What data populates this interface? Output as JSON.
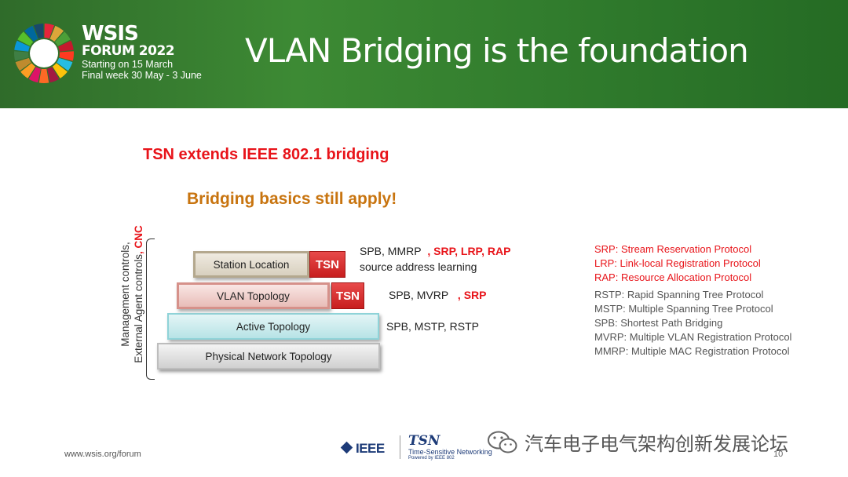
{
  "header": {
    "logo": {
      "line1": "WSIS",
      "line2": "FORUM 2022",
      "line3": "Starting on 15 March",
      "line4": "Final week 30 May - 3 June",
      "wheel_colors": [
        "#e5243b",
        "#dda63a",
        "#4c9f38",
        "#c5192d",
        "#ff3a21",
        "#26bde2",
        "#fcc30b",
        "#a21942",
        "#fd6925",
        "#dd1367",
        "#fd9d24",
        "#bf8b2e",
        "#3f7e44",
        "#0a97d9",
        "#56c02b",
        "#00689d",
        "#19486a"
      ]
    },
    "title": "VLAN Bridging is the foundation",
    "bg_color": "#3d8a34"
  },
  "main": {
    "red_heading": "TSN extends IEEE 802.1 bridging",
    "orange_heading": "Bridging basics still apply!",
    "vertical_label": {
      "line1": "Management controls,",
      "line2_prefix": "External Agent controls",
      "line2_red": ", CNC"
    },
    "layers": {
      "station": "Station Location",
      "vlan": "VLAN Topology",
      "active": "Active Topology",
      "physical": "Physical Network Topology"
    },
    "tsn_badge": "TSN",
    "annotations": {
      "station_line1_prefix": "SPB, MMRP",
      "station_line1_red": ", SRP, LRP, RAP",
      "station_line2": "source address learning",
      "vlan_prefix": "SPB, MVRP",
      "vlan_red": ", SRP",
      "active": "SPB, MSTP, RSTP"
    },
    "definitions_red": [
      "SRP: Stream Reservation Protocol",
      "LRP: Link-local Registration Protocol",
      "RAP: Resource Allocation Protocol"
    ],
    "definitions_gray": [
      "RSTP: Rapid Spanning Tree Protocol",
      "MSTP: Multiple Spanning Tree Protocol",
      "SPB: Shortest Path Bridging",
      "MVRP: Multiple VLAN Registration Protocol",
      "MMRP: Multiple MAC Registration Protocol"
    ],
    "colors": {
      "red": "#e8141a",
      "orange": "#c8740f",
      "tsn_badge": "#d42a2a"
    }
  },
  "footer": {
    "url": "www.wsis.org/forum",
    "ieee": "IEEE",
    "tsn_logo": "TSN",
    "tsn_logo_sub": "Time-Sensitive Networking",
    "tsn_logo_sub2": "Powered by IEEE 802",
    "watermark": "汽车电子电气架构创新发展论坛",
    "watermark_icon": "wechat-icon",
    "page_number": "10"
  }
}
